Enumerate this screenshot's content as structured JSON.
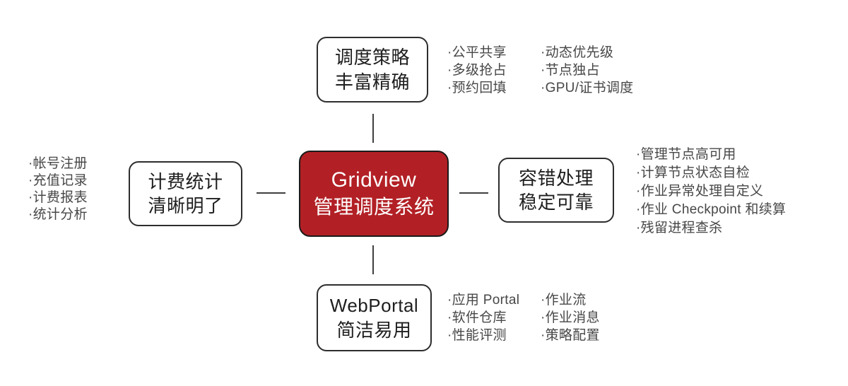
{
  "colors": {
    "center_bg": "#b22025",
    "center_text": "#ffffff",
    "box_border": "#2d2d2d",
    "label_text": "#1e1e1e",
    "bullet_text": "#474747",
    "connector": "#3f3f3f",
    "background": "#ffffff"
  },
  "center": {
    "title": "Gridview",
    "subtitle": "管理调度系统"
  },
  "nodes": {
    "top": {
      "label_line1": "调度策略",
      "label_line2": "丰富精确",
      "bullets_col1": [
        "·公平共享",
        "·多级抢占",
        "·预约回填"
      ],
      "bullets_col2": [
        "·动态优先级",
        "·节点独占",
        "·GPU/证书调度"
      ]
    },
    "left": {
      "label_line1": "计费统计",
      "label_line2": "清晰明了",
      "bullets": [
        "·帐号注册",
        "·充值记录",
        "·计费报表",
        "·统计分析"
      ]
    },
    "right": {
      "label_line1": "容错处理",
      "label_line2": "稳定可靠",
      "bullets": [
        "·管理节点高可用",
        "·计算节点状态自检",
        "·作业异常处理自定义",
        "·作业 Checkpoint 和续算",
        "·残留进程查杀"
      ]
    },
    "bottom": {
      "label_line1": "WebPortal",
      "label_line2": "简洁易用",
      "bullets_col1": [
        "·应用 Portal",
        "·软件仓库",
        "·性能评测"
      ],
      "bullets_col2": [
        "·作业流",
        "·作业消息",
        "·策略配置"
      ]
    }
  }
}
